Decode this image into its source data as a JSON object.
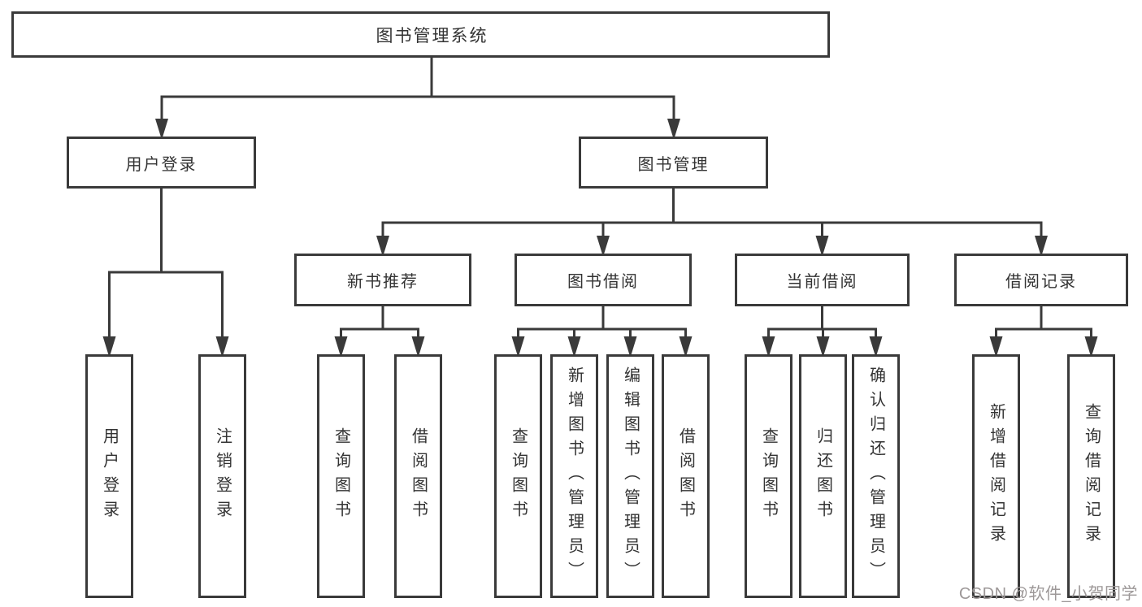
{
  "tree": {
    "label": "图书管理系统",
    "children": [
      {
        "label": "用户登录",
        "children": [
          {
            "label": "用户登录"
          },
          {
            "label": "注销登录"
          }
        ]
      },
      {
        "label": "图书管理",
        "children": [
          {
            "label": "新书推荐",
            "children": [
              {
                "label": "查询图书"
              },
              {
                "label": "借阅图书"
              }
            ]
          },
          {
            "label": "图书借阅",
            "children": [
              {
                "label": "查询图书"
              },
              {
                "label": "新增图书（管理员）"
              },
              {
                "label": "编辑图书（管理员）"
              },
              {
                "label": "借阅图书"
              }
            ]
          },
          {
            "label": "当前借阅",
            "children": [
              {
                "label": "查询图书"
              },
              {
                "label": "归还图书"
              },
              {
                "label": "确认归还（管理员）"
              }
            ]
          },
          {
            "label": "借阅记录",
            "children": [
              {
                "label": "新增借阅记录"
              },
              {
                "label": "查询借阅记录"
              }
            ]
          }
        ]
      }
    ]
  },
  "watermark": {
    "text": "CSDN @软件_小贺同学"
  },
  "colors": {
    "line": "#3a3a3a",
    "text": "#333333",
    "background": "#ffffff",
    "watermark": "#9d9898"
  }
}
